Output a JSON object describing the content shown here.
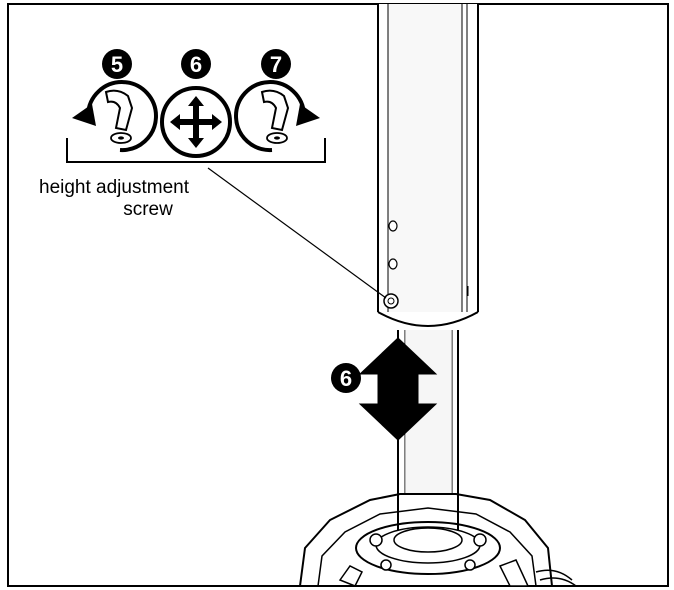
{
  "callout": {
    "label_line1": "height adjustment",
    "label_line2": "screw"
  },
  "steps": [
    {
      "number": "5",
      "icon": "rotate-counterclockwise-icon"
    },
    {
      "number": "6",
      "icon": "move-arrows-icon"
    },
    {
      "number": "7",
      "icon": "rotate-clockwise-icon"
    }
  ],
  "pole_step": {
    "number": "6",
    "icon": "vertical-double-arrow-icon"
  },
  "colors": {
    "ink": "#000000",
    "paper": "#ffffff",
    "pole_shade": "#e6e6e6"
  }
}
